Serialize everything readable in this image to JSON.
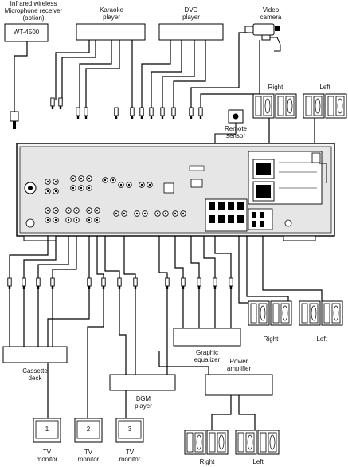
{
  "devices": {
    "mic_receiver": {
      "caption": "Infrared wireless\nMicrophone receiver\n(option)",
      "model": "WT-4500"
    },
    "karaoke": {
      "caption": "Karaoke\nplayer"
    },
    "dvd": {
      "caption": "DVD\nplayer"
    },
    "camera": {
      "caption": "Video\ncamera"
    },
    "remote": {
      "caption": "Remote\nsensor"
    },
    "cassette": {
      "caption": "Cassette\ndeck"
    },
    "bgm": {
      "caption": "BGM\nplayer"
    },
    "equalizer": {
      "caption": "Graphic\nequalizer"
    },
    "power_amp": {
      "caption": "Power\namplifier"
    },
    "monitors": [
      {
        "number": "1",
        "caption": "TV\nmonitor"
      },
      {
        "number": "2",
        "caption": "TV\nmonitor"
      },
      {
        "number": "3",
        "caption": "TV\nmonitor"
      }
    ],
    "speakers_top": {
      "right": "Right",
      "left": "Left"
    },
    "speakers_mid": {
      "right": "Right",
      "left": "Left"
    },
    "speakers_bottom": {
      "right": "Right",
      "left": "Left"
    }
  }
}
